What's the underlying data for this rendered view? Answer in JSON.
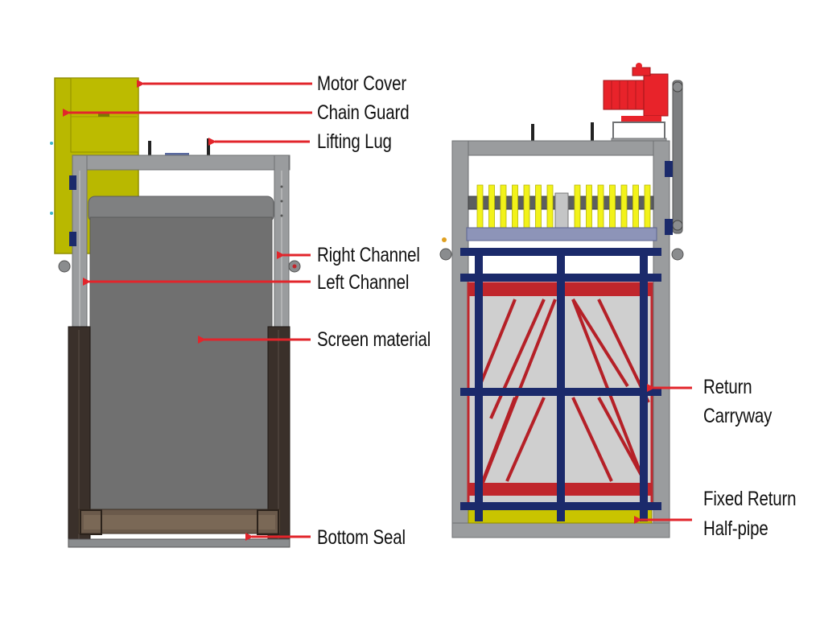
{
  "colors": {
    "arrow": "#e2252b",
    "frame": "#9a9c9e",
    "frame_dark": "#6f7173",
    "screen": "#707070",
    "guard_yellow": "#b9b800",
    "bright_yellow": "#f2f21a",
    "navy": "#1b2a6b",
    "red_frame": "#c0262c",
    "motor_red": "#e8232a",
    "dark_channel": "#3a302a",
    "seal_brown": "#6b5a4b",
    "halfpipe_yellow": "#c9c400"
  },
  "left_view": {
    "labels": {
      "motor_cover": "Motor Cover",
      "chain_guard": "Chain Guard",
      "lifting_lug": "Lifting Lug",
      "right_channel": "Right Channel",
      "left_channel": "Left Channel",
      "screen_material": "Screen material",
      "bottom_seal": "Bottom Seal"
    }
  },
  "right_view": {
    "labels": {
      "return_carryway_line1": "Return",
      "return_carryway_line2": "Carryway",
      "fixed_return_line1": "Fixed Return",
      "fixed_return_line2": "Half-pipe"
    }
  }
}
